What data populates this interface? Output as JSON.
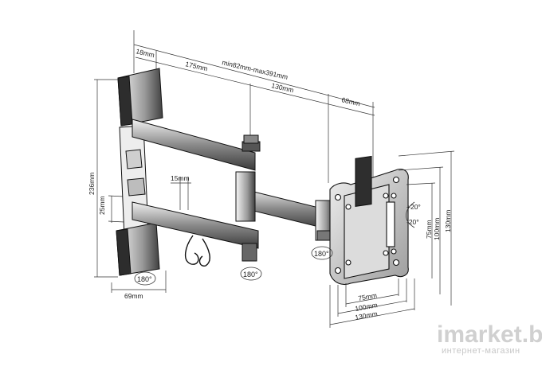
{
  "dimensions": {
    "total": "min82mm-max391mm",
    "wall_offset": "18mm",
    "arm1": "175mm",
    "arm2": "130mm",
    "plate_depth": "68mm",
    "height": "236mm",
    "spacing": "25mm",
    "gap": "15mm",
    "wall_width": "69mm",
    "vesa_h1": "75mm",
    "vesa_h2": "100mm",
    "vesa_h3": "130mm",
    "vesa_v1": "75mm",
    "vesa_v2": "100mm",
    "vesa_v3": "130mm"
  },
  "rotations": {
    "wall": "180°",
    "arm": "180°",
    "head": "180°"
  },
  "tilt": {
    "up": "+20°",
    "down": "-20°"
  },
  "watermark": {
    "brand": "imarket.by",
    "tagline": "интернет-магазин"
  }
}
